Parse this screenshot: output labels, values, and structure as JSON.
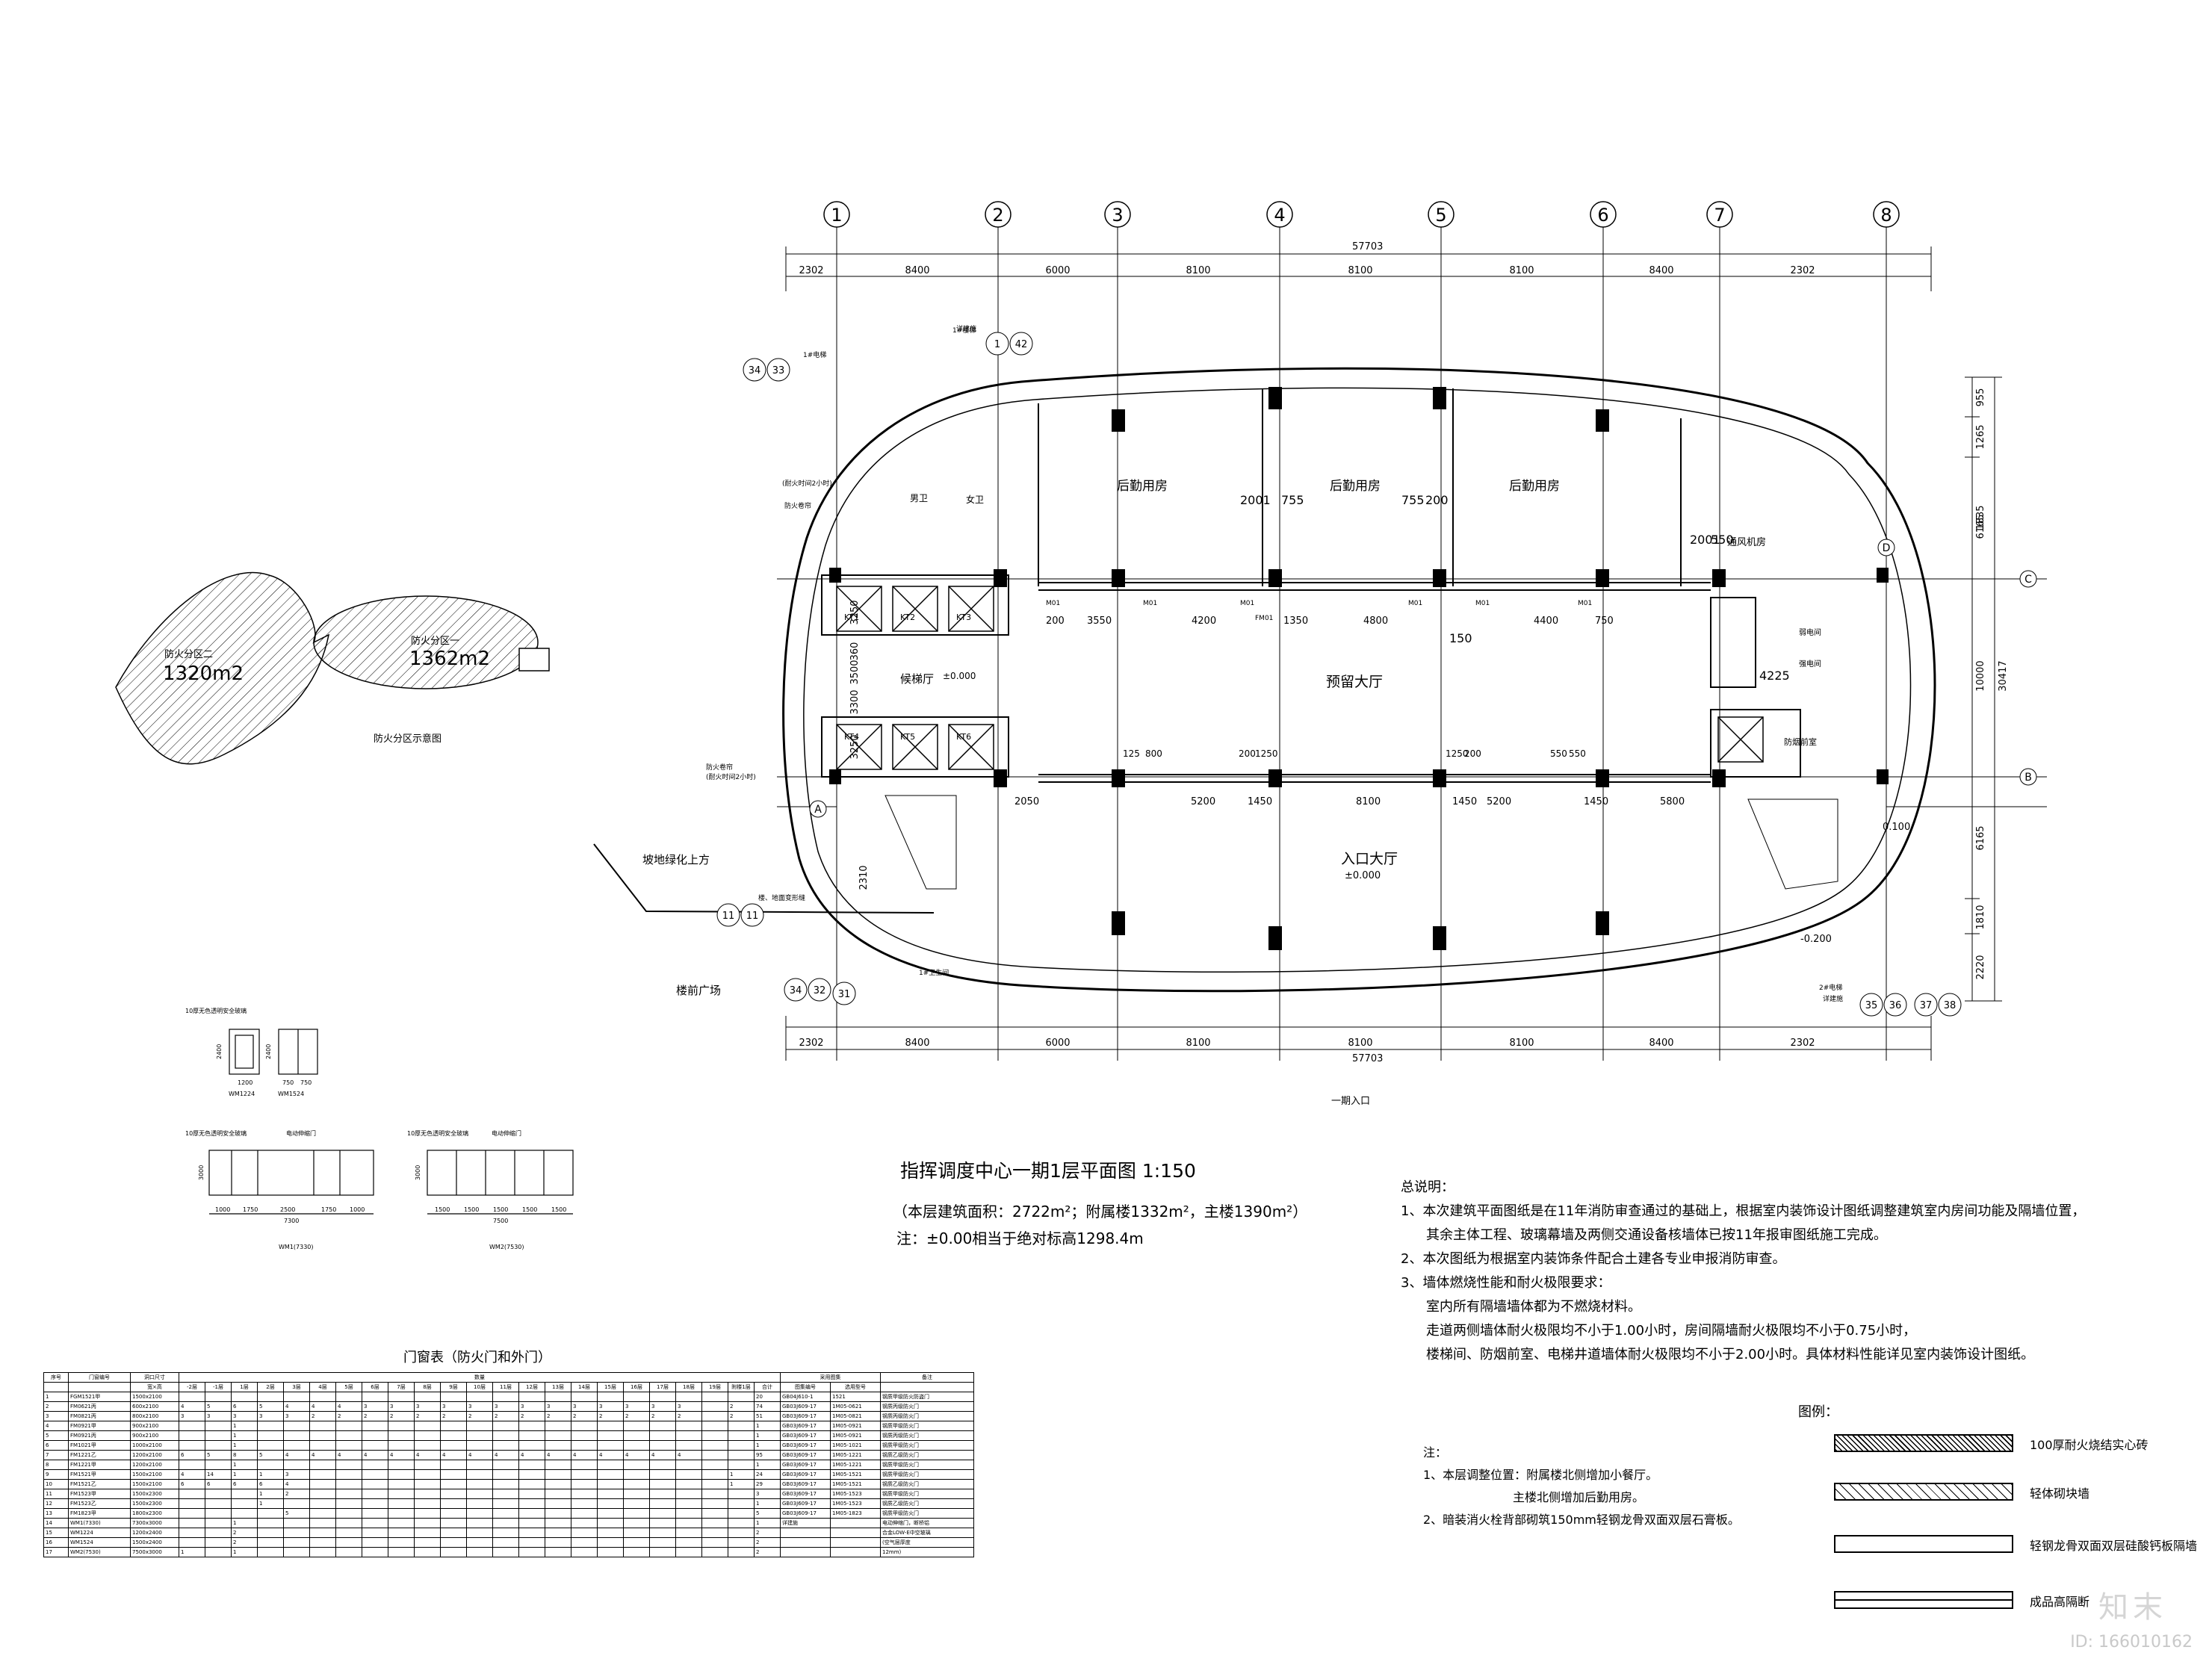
{
  "plan": {
    "axis_numbers": [
      "1",
      "2",
      "3",
      "4",
      "5",
      "6",
      "7",
      "8"
    ],
    "axis_letters": [
      "A",
      "B",
      "C",
      "D"
    ],
    "dims_top_total": "57703",
    "dims_top": [
      "2302",
      "8400",
      "6000",
      "8100",
      "8100",
      "8100",
      "8400",
      "2302"
    ],
    "dims_bottom_total": "57703",
    "dims_bottom": [
      "2302",
      "8400",
      "6000",
      "8100",
      "8100",
      "8100",
      "8400",
      "2302"
    ],
    "dims_right": [
      "955",
      "1265",
      "1835",
      "6165",
      "10000",
      "30417",
      "6165",
      "1810",
      "2220"
    ],
    "dims_left": [
      "3250",
      "3500",
      "3300",
      "3250",
      "2310",
      "360"
    ],
    "inner_dims_row1": [
      "200",
      "3550",
      "4200",
      "1350",
      "4800",
      "4400",
      "750"
    ],
    "inner_dims_row2": [
      "125",
      "800",
      "200",
      "1250",
      "1250",
      "200",
      "550",
      "550"
    ],
    "inner_dims_row3": [
      "2050",
      "5200",
      "1450",
      "8100",
      "1450",
      "5200",
      "1450",
      "5800"
    ],
    "inner_misc": [
      "2001",
      "755",
      "755",
      "200",
      "2001",
      "550",
      "150",
      "4225"
    ],
    "rooms": {
      "logistics_1": "后勤用房",
      "logistics_2": "后勤用房",
      "logistics_3": "后勤用房",
      "ventilation": "通风机房",
      "reserved_hall": "预留大厅",
      "elevator_hall": "候梯厅",
      "elevator_hall_level": "±0.000",
      "entrance_hall": "入口大厅",
      "entrance_hall_level": "±0.000",
      "male_wc": "男卫",
      "female_wc": "女卫",
      "smoke_lobby": "防烟前室",
      "weak_elec": "弱电间",
      "strong_elec": "强电间",
      "level_right": "0.100",
      "level_bottom": "-0.200"
    },
    "lifts": [
      "KT1",
      "KT2",
      "KT3",
      "KT4",
      "KT5",
      "KT6"
    ],
    "door_tags": [
      "M01",
      "M01",
      "M01",
      "M01",
      "M01",
      "M01",
      "FM01"
    ],
    "callouts": [
      {
        "id": "34",
        "sheet": "33"
      },
      {
        "id": "1",
        "sheet": "42"
      },
      {
        "id": "34",
        "sheet": "32"
      },
      {
        "id": "31",
        "sheet": ""
      },
      {
        "id": "35",
        "sheet": "36"
      },
      {
        "id": "37",
        "sheet": "38"
      },
      {
        "id": "11",
        "sheet": "11"
      }
    ],
    "callout_texts": [
      "1#电梯",
      "详建施",
      "1#卫生间",
      "1#楼梯",
      "2#电梯",
      "详建施",
      "(耐火时间2小时)",
      "防火卷帘",
      "防火卷帘",
      "(耐火时间2小时)",
      "楼、地面变形缝"
    ],
    "outside_labels": {
      "slope": "坡地绿化上方",
      "plaza": "楼前广场",
      "entrance": "一期入口"
    }
  },
  "fire_zones": {
    "zone1_label": "防火分区一",
    "zone1_area": "1362m2",
    "zone2_label": "防火分区二",
    "zone2_area": "1320m2",
    "caption": "防火分区示意图"
  },
  "window_details": {
    "w1_title": "10厚无色透明安全玻璃",
    "w1_dims": [
      "2400",
      "1200"
    ],
    "w1_name": "WM1224",
    "w2_title": "10厚无色透明安全玻璃",
    "w2_dims": [
      "2400",
      "750",
      "750"
    ],
    "w2_name": "WM1524",
    "d1_title": "10厚无色透明安全玻璃",
    "d1_motor": "电动伸缩门",
    "d1_dims": [
      "3000",
      "1000",
      "1750",
      "2500",
      "1750",
      "1000"
    ],
    "d1_total": "7300",
    "d1_name": "WM1(7330)",
    "d2_title": "10厚无色透明安全玻璃",
    "d2_motor": "电动伸缩门",
    "d2_dims": [
      "3000",
      "1500",
      "1500",
      "1500",
      "1500",
      "1500"
    ],
    "d2_total": "7500",
    "d2_name": "WM2(7530)"
  },
  "title": {
    "main": "指挥调度中心一期1层平面图   1:150",
    "sub1": "（本层建筑面积：2722m²；附属楼1332m²，主楼1390m²）",
    "sub2": "注：±0.00相当于绝对标高1298.4m"
  },
  "general_notes": {
    "heading": "总说明：",
    "items": [
      "1、本次建筑平面图纸是在11年消防审查通过的基础上，根据室内装饰设计图纸调整建筑室内房间功能及隔墙位置，",
      "其余主体工程、玻璃幕墙及两侧交通设备核墙体已按11年报审图纸施工完成。",
      "2、本次图纸为根据室内装饰条件配合土建各专业申报消防审查。",
      "3、墙体燃烧性能和耐火极限要求：",
      "室内所有隔墙墙体都为不燃烧材料。",
      "走道两侧墙体耐火极限均不小于1.00小时，房间隔墙耐火极限均不小于0.75小时，",
      "楼梯间、防烟前室、电梯井道墙体耐火极限均不小于2.00小时。具体材料性能详见室内装饰设计图纸。"
    ]
  },
  "notes": {
    "heading": "注：",
    "items": [
      "1、本层调整位置：附属楼北侧增加小餐厅。",
      "主楼北侧增加后勤用房。",
      "2、暗装消火栓背部砌筑150mm轻钢龙骨双面双层石膏板。"
    ]
  },
  "legend": {
    "heading": "图例：",
    "items": [
      {
        "label": "100厚耐火烧结实心砖"
      },
      {
        "label": "轻体砌块墙"
      },
      {
        "label": "轻钢龙骨双面双层硅酸钙板隔墙"
      },
      {
        "label": "成品高隔断"
      }
    ]
  },
  "door_table": {
    "title": "门窗表（防火门和外门）",
    "header1": [
      "序号",
      "门窗编号",
      "洞口尺寸",
      "数量",
      "",
      "",
      "",
      "",
      "",
      "",
      "",
      "",
      "",
      "",
      "",
      "",
      "",
      "",
      "",
      "",
      "",
      "",
      "采用图集",
      "",
      "备注"
    ],
    "header2": [
      "",
      "",
      "宽×高",
      "-2层",
      "-1层",
      "1层",
      "2层",
      "3层",
      "4层",
      "5层",
      "6层",
      "7层",
      "8层",
      "9层",
      "10层",
      "11层",
      "12层",
      "13层",
      "14层",
      "15层",
      "16层",
      "17层",
      "18层",
      "19层",
      "附楼1层",
      "合计",
      "图集编号",
      "选用型号",
      ""
    ],
    "rows": [
      [
        "1",
        "FGM1521甲",
        "1500x2100",
        "",
        "",
        "",
        "",
        "",
        "",
        "",
        "",
        "",
        "",
        "",
        "",
        "",
        "",
        "",
        "",
        "",
        "",
        "",
        "",
        "",
        "",
        "20",
        "GB04J610-1",
        "1521",
        "钢质甲级防火防盗门"
      ],
      [
        "2",
        "FM0621丙",
        "600x2100",
        "4",
        "5",
        "6",
        "5",
        "4",
        "4",
        "4",
        "3",
        "3",
        "3",
        "3",
        "3",
        "3",
        "3",
        "3",
        "3",
        "3",
        "3",
        "3",
        "3",
        "",
        "2",
        "74",
        "GB03J609-17",
        "1M05-0621",
        "钢质丙级防火门"
      ],
      [
        "3",
        "FM0821丙",
        "800x2100",
        "3",
        "3",
        "3",
        "3",
        "3",
        "2",
        "2",
        "2",
        "2",
        "2",
        "2",
        "2",
        "2",
        "2",
        "2",
        "2",
        "2",
        "2",
        "2",
        "2",
        "",
        "2",
        "51",
        "GB03J609-17",
        "1M05-0821",
        "钢质丙级防火门"
      ],
      [
        "4",
        "FM0921甲",
        "900x2100",
        "",
        "",
        "1",
        "",
        "",
        "",
        "",
        "",
        "",
        "",
        "",
        "",
        "",
        "",
        "",
        "",
        "",
        "",
        "",
        "",
        "",
        "",
        "1",
        "GB03J609-17",
        "1M05-0921",
        "钢质甲级防火门"
      ],
      [
        "5",
        "FM0921丙",
        "900x2100",
        "",
        "",
        "1",
        "",
        "",
        "",
        "",
        "",
        "",
        "",
        "",
        "",
        "",
        "",
        "",
        "",
        "",
        "",
        "",
        "",
        "",
        "",
        "1",
        "GB03J609-17",
        "1M05-0921",
        "钢质丙级防火门"
      ],
      [
        "6",
        "FM1021甲",
        "1000x2100",
        "",
        "",
        "1",
        "",
        "",
        "",
        "",
        "",
        "",
        "",
        "",
        "",
        "",
        "",
        "",
        "",
        "",
        "",
        "",
        "",
        "",
        "",
        "1",
        "GB03J609-17",
        "1M05-1021",
        "钢质甲级防火门"
      ],
      [
        "7",
        "FM1221乙",
        "1200x2100",
        "6",
        "5",
        "8",
        "5",
        "4",
        "4",
        "4",
        "4",
        "4",
        "4",
        "4",
        "4",
        "4",
        "4",
        "4",
        "4",
        "4",
        "4",
        "4",
        "4",
        "",
        "",
        "95",
        "GB03J609-17",
        "1M05-1221",
        "钢质乙级防火门"
      ],
      [
        "8",
        "FM1221甲",
        "1200x2100",
        "",
        "",
        "1",
        "",
        "",
        "",
        "",
        "",
        "",
        "",
        "",
        "",
        "",
        "",
        "",
        "",
        "",
        "",
        "",
        "",
        "",
        "",
        "1",
        "GB03J609-17",
        "1M05-1221",
        "钢质甲级防火门"
      ],
      [
        "9",
        "FM1521甲",
        "1500x2100",
        "4",
        "14",
        "1",
        "1",
        "3",
        "",
        "",
        "",
        "",
        "",
        "",
        "",
        "",
        "",
        "",
        "",
        "",
        "",
        "",
        "",
        "",
        "1",
        "24",
        "GB03J609-17",
        "1M05-1521",
        "钢质甲级防火门"
      ],
      [
        "10",
        "FM1521乙",
        "1500x2100",
        "6",
        "6",
        "6",
        "6",
        "4",
        "",
        "",
        "",
        "",
        "",
        "",
        "",
        "",
        "",
        "",
        "",
        "",
        "",
        "",
        "",
        "",
        "1",
        "29",
        "GB03J609-17",
        "1M05-1521",
        "钢质乙级防火门"
      ],
      [
        "11",
        "FM1523甲",
        "1500x2300",
        "",
        "",
        "",
        "1",
        "2",
        "",
        "",
        "",
        "",
        "",
        "",
        "",
        "",
        "",
        "",
        "",
        "",
        "",
        "",
        "",
        "",
        "",
        "3",
        "GB03J609-17",
        "1M05-1523",
        "钢质甲级防火门"
      ],
      [
        "12",
        "FM1523乙",
        "1500x2300",
        "",
        "",
        "",
        "1",
        "",
        "",
        "",
        "",
        "",
        "",
        "",
        "",
        "",
        "",
        "",
        "",
        "",
        "",
        "",
        "",
        "",
        "",
        "1",
        "GB03J609-17",
        "1M05-1523",
        "钢质乙级防火门"
      ],
      [
        "13",
        "FM1823甲",
        "1800x2300",
        "",
        "",
        "",
        "",
        "5",
        "",
        "",
        "",
        "",
        "",
        "",
        "",
        "",
        "",
        "",
        "",
        "",
        "",
        "",
        "",
        "",
        "",
        "5",
        "GB03J609-17",
        "1M05-1823",
        "钢质甲级防火门"
      ],
      [
        "14",
        "WM1(7330)",
        "7300x3000",
        "",
        "",
        "1",
        "",
        "",
        "",
        "",
        "",
        "",
        "",
        "",
        "",
        "",
        "",
        "",
        "",
        "",
        "",
        "",
        "",
        "",
        "",
        "1",
        "详建施",
        "",
        "电动伸缩门，断桥铝"
      ],
      [
        "15",
        "WM1224",
        "1200x2400",
        "",
        "",
        "2",
        "",
        "",
        "",
        "",
        "",
        "",
        "",
        "",
        "",
        "",
        "",
        "",
        "",
        "",
        "",
        "",
        "",
        "",
        "",
        "2",
        "",
        "",
        "合金LOW-E中空玻璃"
      ],
      [
        "16",
        "WM1524",
        "1500x2400",
        "",
        "",
        "2",
        "",
        "",
        "",
        "",
        "",
        "",
        "",
        "",
        "",
        "",
        "",
        "",
        "",
        "",
        "",
        "",
        "",
        "",
        "",
        "2",
        "",
        "",
        "(空气层厚度"
      ],
      [
        "17",
        "WM2(7530)",
        "7500x3000",
        "1",
        "",
        "1",
        "",
        "",
        "",
        "",
        "",
        "",
        "",
        "",
        "",
        "",
        "",
        "",
        "",
        "",
        "",
        "",
        "",
        "",
        "",
        "2",
        "",
        "",
        "12mm)"
      ]
    ]
  },
  "watermark": {
    "logo": "知末",
    "id": "ID: 166010162"
  }
}
